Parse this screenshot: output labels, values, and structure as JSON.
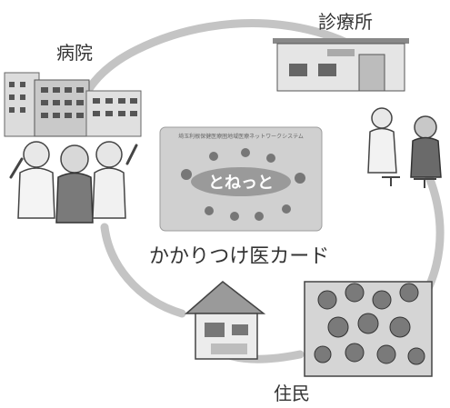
{
  "labels": {
    "hospital": "病院",
    "clinic": "診療所",
    "card": "かかりつけ医カード",
    "residents": "住民"
  },
  "card": {
    "logo_text": "とねっと",
    "header_text": "埼玉利根保健医療圏地域医療ネットワークシステム"
  },
  "colors": {
    "ring": "#bdbdbd",
    "card_bg": "#d3d3d3",
    "card_oval": "#9a9a9a"
  }
}
